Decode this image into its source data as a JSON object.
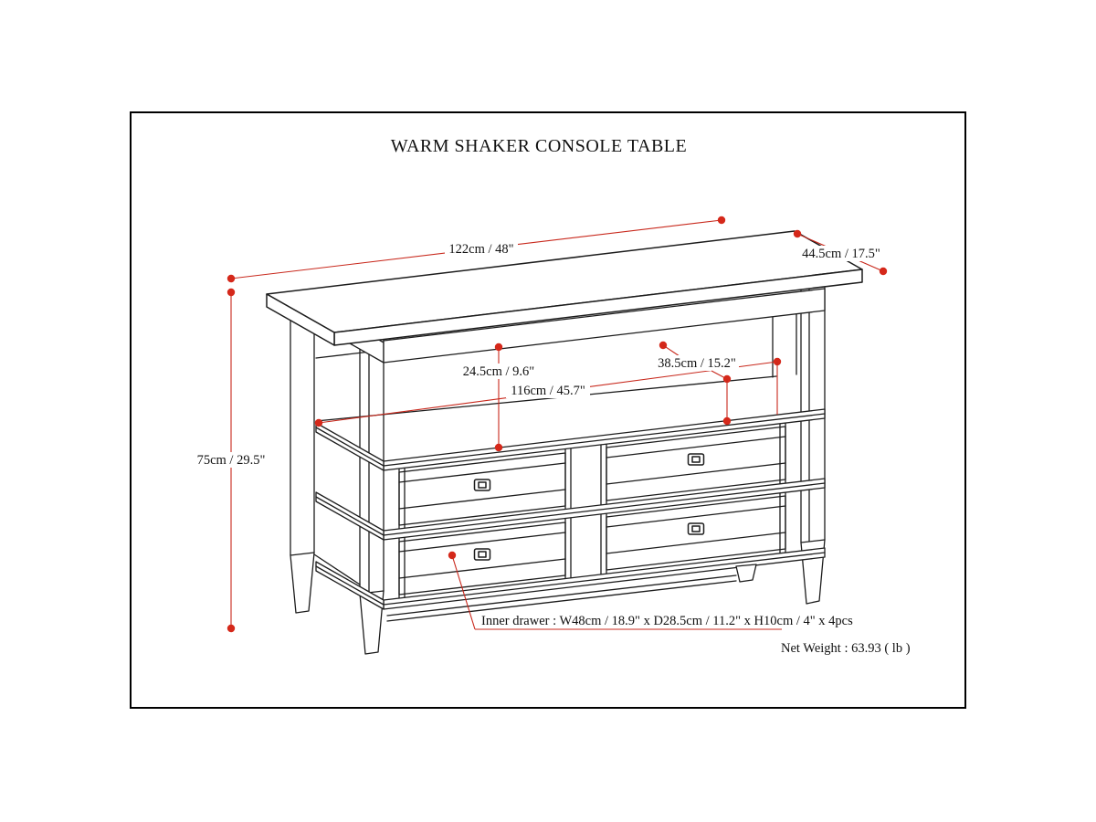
{
  "title": "WARM SHAKER CONSOLE TABLE",
  "dimensions": {
    "top_width": {
      "label": "122cm / 48\""
    },
    "top_depth": {
      "label": "44.5cm / 17.5\""
    },
    "overall_height": {
      "label": "75cm / 29.5\""
    },
    "shelf_clearance": {
      "label": "24.5cm / 9.6\""
    },
    "shelf_width": {
      "label": "116cm / 45.7\""
    },
    "shelf_depth": {
      "label": "38.5cm / 15.2\""
    }
  },
  "notes": {
    "inner_drawer": "Inner drawer : W48cm / 18.9\" x D28.5cm / 11.2\" x H10cm / 4\" x 4pcs",
    "net_weight": "Net Weight : 63.93 ( lb )"
  },
  "colors": {
    "dimension_red": "#c8281c",
    "dot_red": "#d5281a",
    "line_black": "#1c1c1c",
    "background": "#ffffff"
  }
}
